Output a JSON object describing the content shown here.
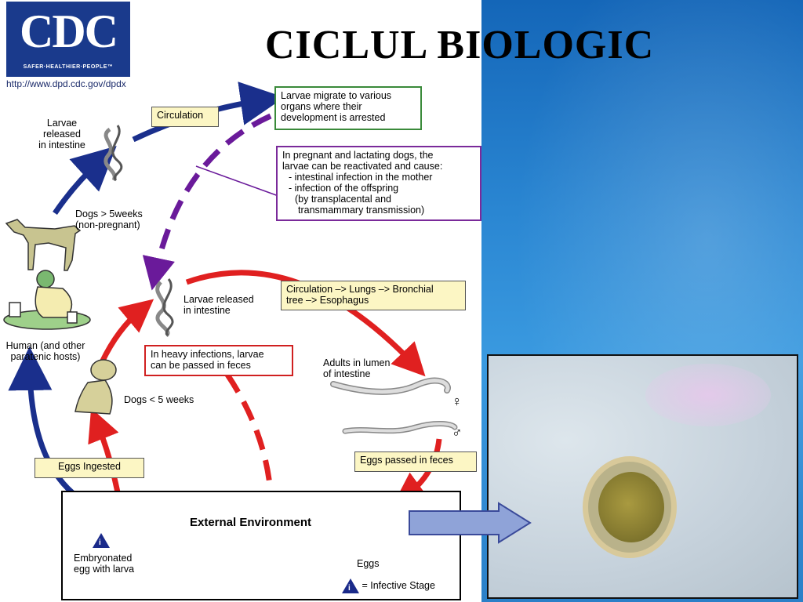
{
  "title": "CICLUL BIOLOGIC",
  "logo": {
    "letters": "CDC",
    "tagline": "SAFER·HEALTHIER·PEOPLE™"
  },
  "url": "http://www.dpd.cdc.gov/dpdx",
  "labels": {
    "circulation": "Circulation",
    "larvae_migrate": "Larvae migrate to various organs where their development is arrested",
    "pregnant_line1": "In pregnant and lactating dogs, the",
    "pregnant_line2": "larvae can be reactivated and cause:",
    "pregnant_line3": "- intestinal infection in the mother",
    "pregnant_line4": "- infection of the offspring",
    "pregnant_line5": "(by transplacental and",
    "pregnant_line6": "transmammary transmission)",
    "larvae_released_top_1": "Larvae",
    "larvae_released_top_2": "released",
    "larvae_released_top_3": "in intestine",
    "dogs_over_5_1": "Dogs > 5weeks",
    "dogs_over_5_2": "(non-pregnant)",
    "larvae_released_mid_1": "Larvae released",
    "larvae_released_mid_2": "in intestine",
    "circulation_lungs_1": "Circulation –> Lungs –> Bronchial",
    "circulation_lungs_2": "tree –> Esophagus",
    "human_1": "Human (and other",
    "human_2": "paratenic hosts)",
    "heavy_infections_1": "In heavy infections, larvae",
    "heavy_infections_2": "can be passed in feces",
    "adults_1": "Adults in lumen",
    "adults_2": "of intestine",
    "female": "♀",
    "male": "♂",
    "dogs_under_5": "Dogs < 5 weeks",
    "eggs_passed": "Eggs passed in feces",
    "eggs_ingested": "Eggs Ingested",
    "external_environment": "External Environment",
    "embryonated_1": "Embryonated",
    "embryonated_2": "egg with larva",
    "eggs": "Eggs",
    "infective_stage": "= Infective Stage",
    "info_letter": "i"
  },
  "colors": {
    "blue_arrow": "#1a2f8c",
    "red_arrow": "#e02020",
    "purple_arrow": "#6a1a9a",
    "background_blue": "#2a86d2"
  }
}
